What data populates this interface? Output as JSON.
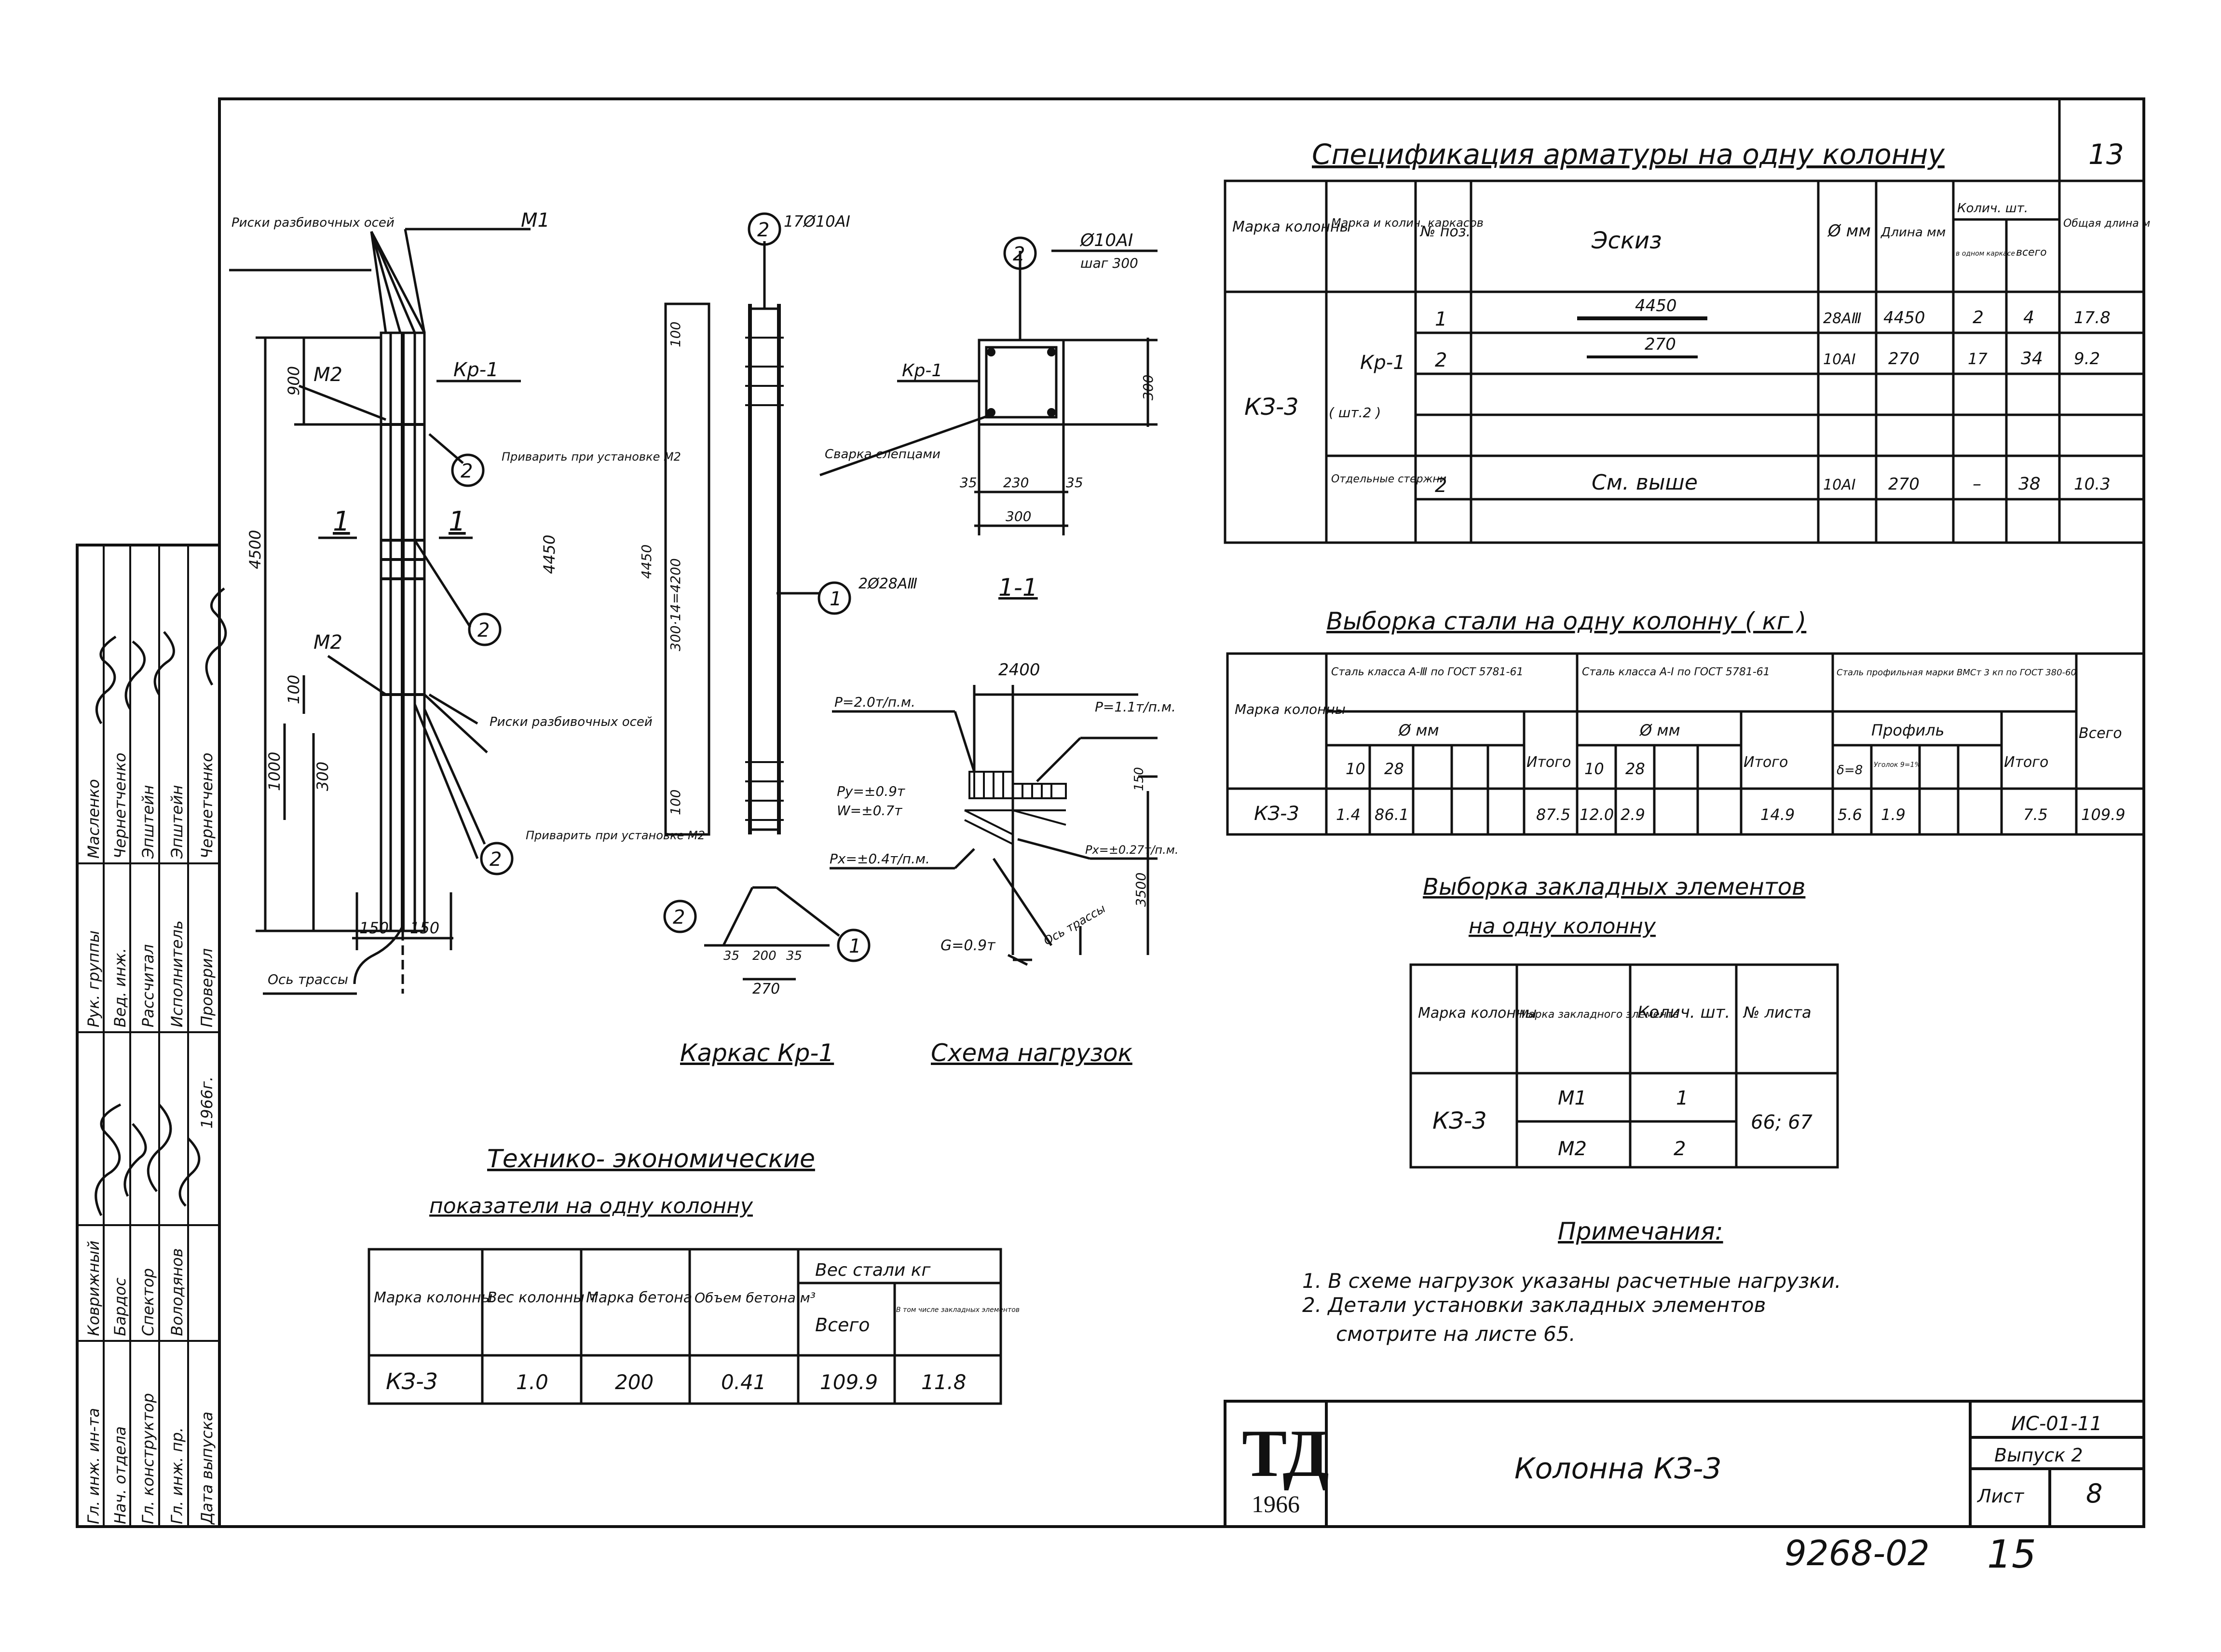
{
  "sheet": {
    "corner_number": "13",
    "bottom_number": "9268-02",
    "bottom_page": "15"
  },
  "spec": {
    "title": "Спецификация арматуры на одну колонну",
    "headers": {
      "mark": "Марка колонны",
      "frame": "Марка и колич. каркасов",
      "pos": "№ поз.",
      "sketch": "Эскиз",
      "dia": "Ø мм",
      "length": "Длина мм",
      "qty": "Колич. шт.",
      "qty_a": "в одном каркасе",
      "qty_b": "всего",
      "total": "Общая длина м"
    },
    "col_mark": "КЗ-3",
    "frame_mark": "Кр-1",
    "frame_count": "( шт.2 )",
    "rows": [
      {
        "pos": "1",
        "sketch": "4450",
        "dia": "28АⅢ",
        "length": "4450",
        "a": "2",
        "b": "4",
        "total": "17.8"
      },
      {
        "pos": "2",
        "sketch": "270",
        "dia": "10АⅠ",
        "length": "270",
        "a": "17",
        "b": "34",
        "total": "9.2"
      }
    ],
    "loose": {
      "label": "Отдельные стержни",
      "pos": "2",
      "sketch": "См. выше",
      "dia": "10АⅠ",
      "length": "270",
      "a": "–",
      "b": "38",
      "total": "10.3"
    }
  },
  "steel": {
    "title": "Выборка стали на одну колонну ( кг )",
    "col_mark_header": "Марка колонны",
    "group1": "Сталь класса А-Ⅲ по ГОСТ 5781-61",
    "group2": "Сталь класса А-Ⅰ по ГОСТ 5781-61",
    "group3": "Сталь профильная марки ВМСт 3 кп по ГОСТ 380-60",
    "dia": "Ø мм",
    "profile": "Профиль",
    "itogo": "Итого",
    "vsego": "Всего",
    "sub1": [
      "10",
      "28"
    ],
    "sub2": [
      "10",
      "28"
    ],
    "sub3": [
      "δ=8",
      "Уголок 9=1%"
    ],
    "row": {
      "mark": "КЗ-3",
      "g1": [
        "1.4",
        "86.1"
      ],
      "g1_total": "87.5",
      "g2": [
        "12.0",
        "2.9"
      ],
      "g2_total": "14.9",
      "g3": [
        "5.6",
        "1.9"
      ],
      "g3_total": "7.5",
      "total": "109.9"
    }
  },
  "embedded": {
    "title1": "Выборка закладных элементов",
    "title2": "на одну колонну",
    "headers": [
      "Марка колонны",
      "Марка закладного элемента",
      "Колич. шт.",
      "№ листа"
    ],
    "col_mark": "КЗ-3",
    "rows": [
      {
        "mark": "М1",
        "qty": "1"
      },
      {
        "mark": "М2",
        "qty": "2"
      }
    ],
    "sheets": "66; 67"
  },
  "notes": {
    "title": "Примечания:",
    "n1": "1. В схеме нагрузок указаны расчетные нагрузки.",
    "n2": "2. Детали установки закладных элементов",
    "n2b": "смотрите на листе 65."
  },
  "tech": {
    "title1": "Технико- экономические",
    "title2": "показатели на одну колонну",
    "headers": [
      "Марка колонны",
      "Вес колонны т",
      "Марка бетона",
      "Объем бетона м³",
      "Вес стали кг",
      "Всего",
      "В том числе закладных элементов"
    ],
    "row": [
      "КЗ-3",
      "1.0",
      "200",
      "0.41",
      "109.9",
      "11.8"
    ]
  },
  "title_block": {
    "logo": "ТД",
    "year": "1966",
    "name": "Колонна КЗ-3",
    "series": "ИС-01-11",
    "issue_label": "Выпуск 2",
    "sheet_label": "Лист",
    "sheet_no": "8"
  },
  "left_stamp": {
    "roles": [
      "Гл. инж. ин-та",
      "Нач. отдела",
      "Гл. конструктор",
      "Гл. инж. пр."
    ],
    "names": [
      "Коврижный",
      "Бардос",
      "Спектор",
      "Володянов"
    ],
    "date_label": "Дата выпуска",
    "date": "1966г.",
    "roles2": [
      "Рук. группы",
      "Вед. инж.",
      "Рассчитал",
      "Исполнитель",
      "Проверил"
    ],
    "names2": [
      "Масленко",
      "Чернетченко",
      "Эпштейн",
      "Эпштейн",
      "Чернетченко"
    ]
  },
  "column_view": {
    "top_label": "Риски разбивочных осей",
    "m1": "М1",
    "m2_top": "М2",
    "m2_bot": "М2",
    "kr1": "Кр-1",
    "weld_top": "Приварить при установке М2",
    "weld_bot": "Приварить при установке М2",
    "axis_marks": "Риски разбивочных осей",
    "axis": "Ось трассы",
    "dims": [
      "4500",
      "900",
      "100",
      "1000",
      "300",
      "150",
      "150",
      "4450"
    ],
    "section": "1",
    "circle2": "2"
  },
  "frame_view": {
    "top": "17Ø10АⅠ",
    "dims": [
      "100",
      "300·14=4200",
      "100",
      "4450"
    ],
    "bottom_bar": "2Ø28АⅢ",
    "title": "Каркас Кр-1",
    "detail_dims": [
      "35",
      "200",
      "35",
      "270"
    ],
    "c1": "1",
    "c2": "2"
  },
  "section_view": {
    "top": "Ø10АⅠ",
    "step": "шаг 300",
    "kr1": "Кр-1",
    "weld": "Сварка слепцами",
    "dims": [
      "35",
      "230",
      "35",
      "300",
      "300"
    ],
    "title": "1-1",
    "c2": "2"
  },
  "loads": {
    "title": "Схема нагрузок",
    "span": "2400",
    "p1": "P=2.0т/п.м.",
    "p2": "P=1.1т/п.м.",
    "py": "Py=±0.9т",
    "w": "W=±0.7т",
    "px1": "Px=±0.4т/п.м.",
    "px2": "Px=±0.27т/п.м.",
    "g": "G=0.9т",
    "axis": "Ось трассы",
    "h": "3500",
    "d150": "150"
  }
}
